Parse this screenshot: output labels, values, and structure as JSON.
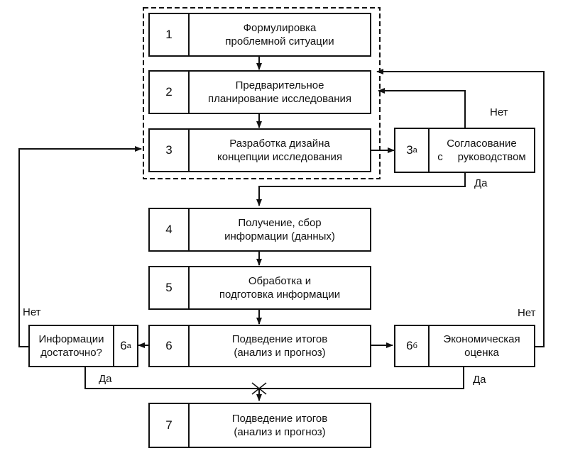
{
  "steps": {
    "s1": {
      "num": "1",
      "line1": "Формулировка",
      "line2": "проблемной ситуации"
    },
    "s2": {
      "num": "2",
      "line1": "Предварительное",
      "line2": "планирование исследования"
    },
    "s3": {
      "num": "3",
      "line1": "Разработка дизайна",
      "line2": "концепции исследования"
    },
    "s3a": {
      "num": "3",
      "sup": "а",
      "line1": "Согласование",
      "line2": "с     руководством"
    },
    "s4": {
      "num": "4",
      "line1": "Получение, сбор",
      "line2": "информации (данных)"
    },
    "s5": {
      "num": "5",
      "line1": "Обработка и",
      "line2": "подготовка информации"
    },
    "s6": {
      "num": "6",
      "line1": "Подведение итогов",
      "line2": "(анализ и прогноз)"
    },
    "s6a": {
      "num": "6",
      "sup": "а",
      "line1": "Информации",
      "line2": "достаточно?"
    },
    "s6b": {
      "num": "6",
      "sup": "б",
      "line1": "Экономическая",
      "line2": "оценка"
    },
    "s7": {
      "num": "7",
      "line1": "Подведение итогов",
      "line2": "(анализ и прогноз)"
    }
  },
  "labels": {
    "no_3a": "Нет",
    "yes_3a": "Да",
    "no_6a": "Нет",
    "yes_6a": "Да",
    "no_6b": "Нет",
    "yes_6b": "Да"
  }
}
